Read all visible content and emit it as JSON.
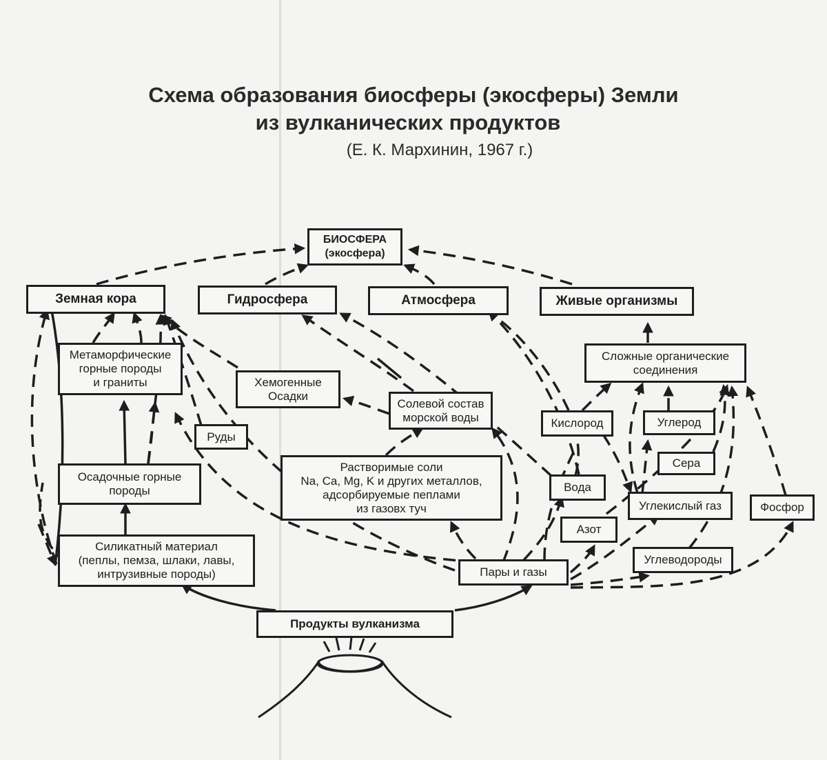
{
  "title": {
    "line1": "Схема образования биосферы (экосферы) Земли",
    "line2": "из вулканических продуктов",
    "author": "(Е. К. Мархинин, 1967 г.)"
  },
  "nodes": {
    "biosphere": "БИОСФЕРА\n(экосфера)",
    "crust": "Земная кора",
    "hydrosphere": "Гидросфера",
    "atmosphere": "Атмосфера",
    "organisms": "Живые организмы",
    "metamorphic": "Метаморфические\nгорные породы\nи граниты",
    "chemogenic": "Хемогенные\nОсадки",
    "salt_composition": "Солевой состав\nморской воды",
    "complex_organic": "Сложные органические\nсоединения",
    "ores": "Руды",
    "oxygen": "Кислород",
    "carbon": "Углерод",
    "sulfur": "Сера",
    "sedimentary": "Осадочные горные\nпороды",
    "soluble_salts": "Растворимые соли\nNa, Ca, Mg, K и других металлов,\nадсорбируемые пеплами\nиз газовх туч",
    "water": "Вода",
    "co2": "Углекислый газ",
    "phosphorus": "Фосфор",
    "nitrogen": "Азот",
    "silicate": "Силикатный материал\n(пеплы, пемза, шлаки, лавы,\nинтрузивные породы)",
    "vapors": "Пары и газы",
    "hydrocarbons": "Углеводороды",
    "volcanism": "Продукты вулканизма"
  }
}
